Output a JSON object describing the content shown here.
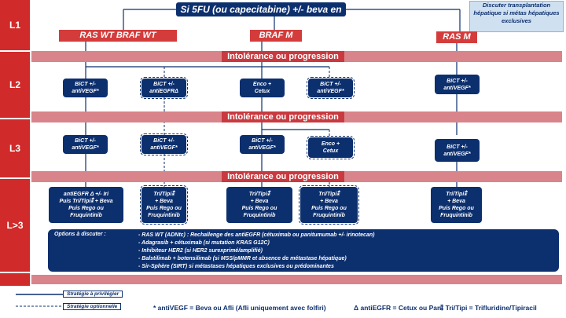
{
  "top_title": "Si 5FU (ou capecitabine) +/- beva en L1",
  "note": "Discuter transplantation hépatique si métas hépatiques exclusives",
  "levels": {
    "l1": "L1",
    "l2": "L2",
    "l3": "L3",
    "l4": "L>3"
  },
  "headers": {
    "ras_wt": "RAS WT BRAF WT",
    "braf": "BRAF M",
    "ras_m": "RAS M"
  },
  "bands": {
    "b1": "Intolérance ou progression",
    "b2": "Intolérance ou progression",
    "b3": "Intolérance ou progression"
  },
  "l2": {
    "c1": [
      "BiCT +/-",
      "antiVEGF*"
    ],
    "c2": [
      "BiCT +/-",
      "antiEGFRΔ"
    ],
    "c3": [
      "Enco +",
      "Cetux"
    ],
    "c4": [
      "BiCT +/-",
      "antiVEGF*"
    ],
    "c5": [
      "BiCT +/-",
      "antiVEGF*"
    ]
  },
  "l3": {
    "c1": [
      "BiCT +/-",
      "antiVEGF*"
    ],
    "c2": [
      "BiCT +/-",
      "antiVEGF*"
    ],
    "c3": [
      "BiCT +/-",
      "antiVEGF*"
    ],
    "c4": [
      "Enco +",
      "Cetux"
    ],
    "c5": [
      "BiCT +/-",
      "antiVEGF*"
    ]
  },
  "l4": {
    "c1": [
      "antiEGFR Δ +/- Iri",
      "Puis Tri/Tipi⁑ + Beva",
      "Puis Rego ou",
      "Fruquintinib"
    ],
    "c2": [
      "Tri/Tipi⁑",
      "+ Beva",
      "Puis Rego ou",
      "Fruquintinib"
    ],
    "c3": [
      "Tri/Tipi⁑",
      "+ Beva",
      "Puis Rego ou",
      "Fruquintinib"
    ],
    "c4": [
      "Tri/Tipi⁑",
      "+ Beva",
      "Puis Rego ou",
      "Fruquintinib"
    ],
    "c5": [
      "Tri/Tipi⁑",
      "+ Beva",
      "Puis Rego ou",
      "Fruquintinib"
    ]
  },
  "options": {
    "label": "Options à discuter :",
    "items": [
      "- RAS WT (ADNtc) : Rechallenge des antiEGFR (cétuximab ou panitumumab +/- irinotecan)",
      "- Adagrasib + cétuximab (si mutation KRAS G12C)",
      "- Inhibiteur HER2 (si HER2 surexprimé/amplifié)",
      "- Balstilimab + botensilimab (si MSS/pMMR et absence de métastase hépatique)",
      "- Sir-Sphère (SIRT) si métastases hépatiques exclusives ou prédominantes"
    ]
  },
  "legend": {
    "solid": "Stratégie à privilégier",
    "dashed": "Stratégie optionnelle"
  },
  "footnotes": {
    "f1": "* antiVEGF = Beva ou Afli (Afli uniquement avec folfiri)",
    "f2": "Δ antiEGFR = Cetux ou Pani",
    "f3": "⁑ Tri/Tipi = Trifluridine/Tipiracil"
  },
  "colors": {
    "red": "#d12a2a",
    "navy": "#0c2f6e",
    "band": "#d9848a"
  }
}
